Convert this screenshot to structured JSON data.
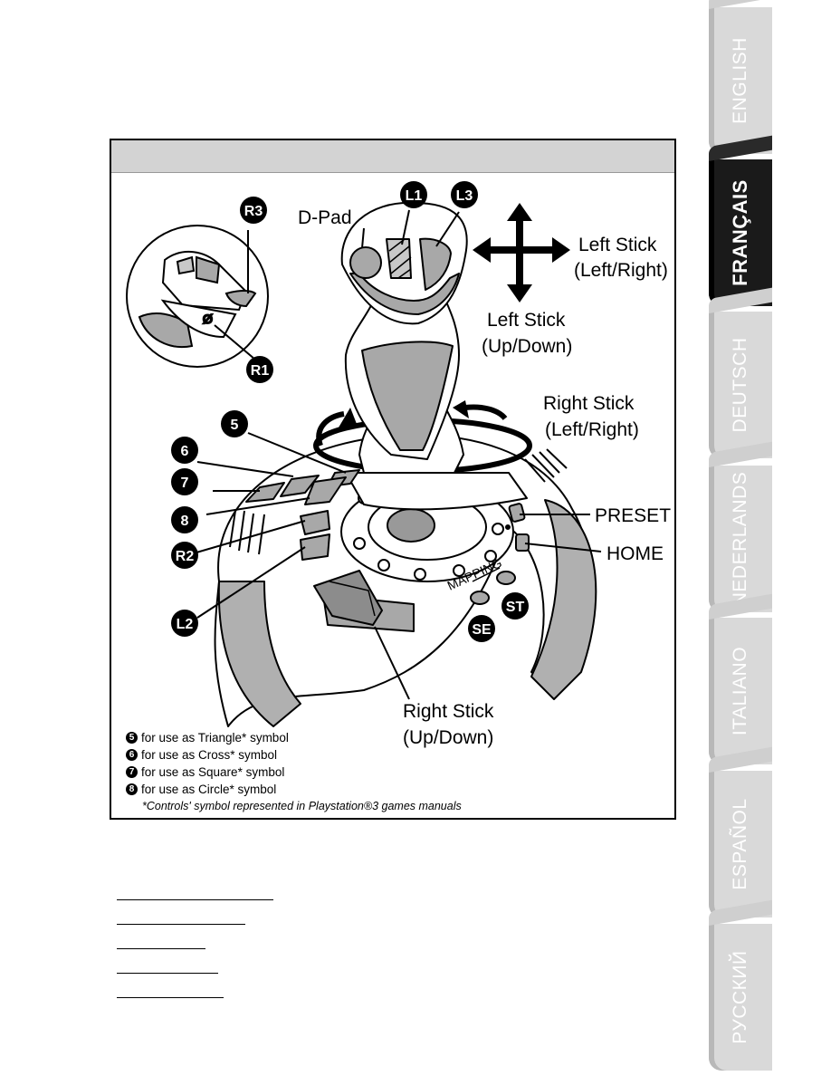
{
  "tabs": [
    {
      "label": "ENGLISH",
      "active": false
    },
    {
      "label": "FRANÇAIS",
      "active": true
    },
    {
      "label": "DEUTSCH",
      "active": false
    },
    {
      "label": "NEDERLANDS",
      "active": false
    },
    {
      "label": "ITALIANO",
      "active": false
    },
    {
      "label": "ESPAÑOL",
      "active": false
    },
    {
      "label": "РУССКИЙ",
      "active": false
    }
  ],
  "diagram": {
    "labels": {
      "dpad": "D-Pad",
      "left_stick_lr_1": "Left Stick",
      "left_stick_lr_2": "(Left/Right)",
      "left_stick_ud_1": "Left Stick",
      "left_stick_ud_2": "(Up/Down)",
      "right_stick_lr_1": "Right Stick",
      "right_stick_lr_2": "(Left/Right)",
      "right_stick_ud_1": "Right Stick",
      "right_stick_ud_2": "(Up/Down)",
      "preset": "PRESET",
      "home": "HOME",
      "mapping": "MAPPING"
    },
    "badges": {
      "r3": "R3",
      "r1": "R1",
      "l1": "L1",
      "l3": "L3",
      "b5": "5",
      "b6": "6",
      "b7": "7",
      "b8": "8",
      "r2": "R2",
      "l2": "L2",
      "se": "SE",
      "st": "ST"
    }
  },
  "legend": {
    "items": [
      {
        "num": "5",
        "text": "for use as Triangle* symbol"
      },
      {
        "num": "6",
        "text": "for use as Cross* symbol"
      },
      {
        "num": "7",
        "text": "for use as Square* symbol"
      },
      {
        "num": "8",
        "text": "for use as Circle* symbol"
      }
    ],
    "note": "*Controls' symbol represented in Playstation®3 games manuals"
  },
  "colors": {
    "tab_inactive": "#d9d9d9",
    "tab_active": "#1a1a1a",
    "button_gray": "#a8a8a8"
  }
}
